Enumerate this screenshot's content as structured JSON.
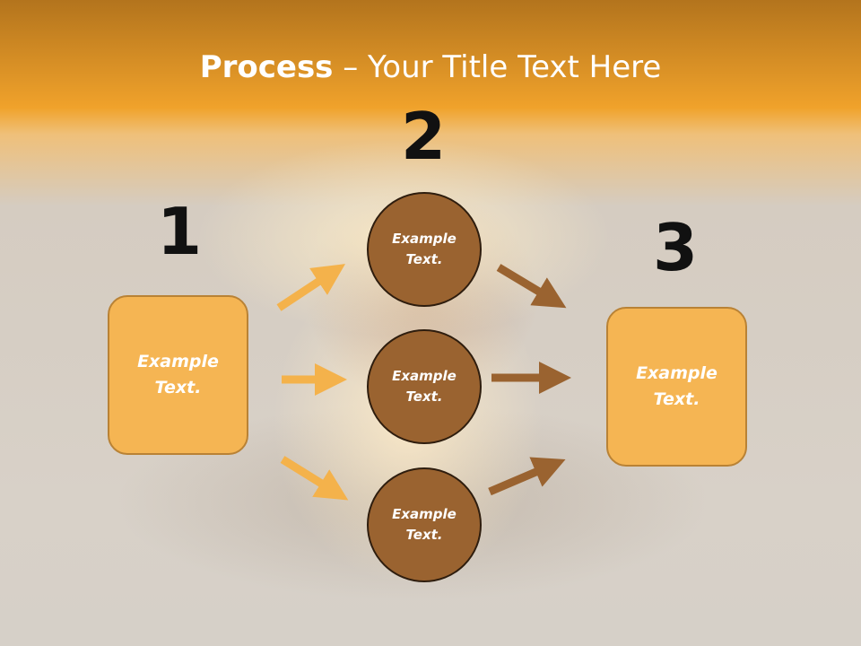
{
  "title": {
    "bold": "Process",
    "rest": " – Your Title Text Here"
  },
  "steps": {
    "one": "1",
    "two": "2",
    "three": "3"
  },
  "left_box": {
    "text": "Example\nText."
  },
  "right_box": {
    "text": "Example\nText."
  },
  "circles": [
    {
      "text": "Example\nText."
    },
    {
      "text": "Example\nText."
    },
    {
      "text": "Example\nText."
    }
  ],
  "colors": {
    "box_fill": "#f5b553",
    "box_border": "#b98235",
    "circle_fill": "#9a6330",
    "circle_border": "#2e1d0e",
    "arrow_light": "#f4b24b",
    "arrow_dark": "#9a6330",
    "header_orange": "#f0a22b"
  }
}
